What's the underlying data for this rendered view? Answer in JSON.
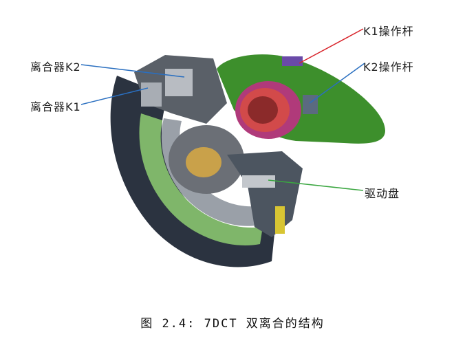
{
  "labels": {
    "clutch_k2": "离合器K2",
    "clutch_k1": "离合器K1",
    "k1_lever": "K1操作杆",
    "k2_lever": "K2操作杆",
    "drive_plate": "驱动盘"
  },
  "caption": "图 2.4: 7DCT 双离合的结构",
  "colors": {
    "leader_blue": "#2a6fc0",
    "leader_red": "#d8232a",
    "leader_green": "#3aa640",
    "housing_dark": "#2b3340",
    "lever_green": "#3d8f2c"
  }
}
